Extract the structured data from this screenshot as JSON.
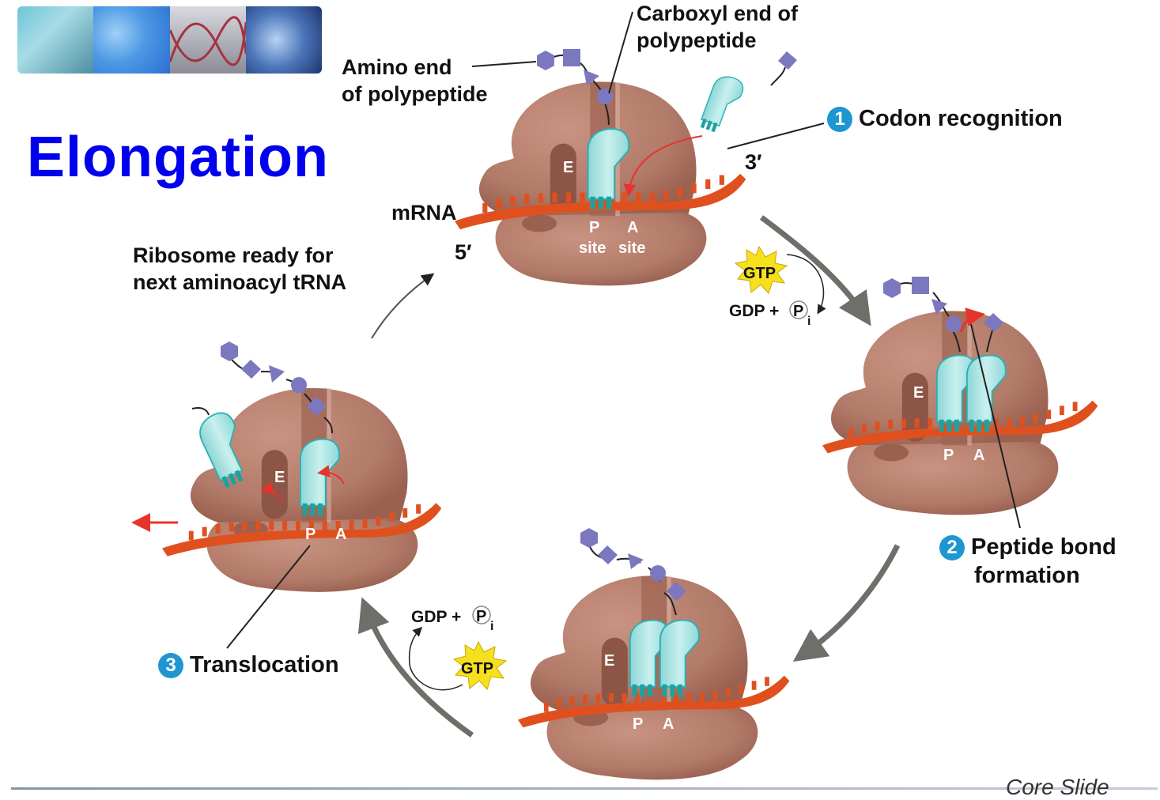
{
  "slide": {
    "title": "Elongation",
    "footer": "Core Slide"
  },
  "banner": {
    "images": [
      "microscope-image",
      "cells-image",
      "dna-helix-image",
      "bacteria-image"
    ]
  },
  "labels": {
    "amino_end_line1": "Amino end",
    "amino_end_line2": "of polypeptide",
    "carboxyl_end_line1": "Carboxyl end of",
    "carboxyl_end_line2": "polypeptide",
    "mrna": "mRNA",
    "five_prime": "5′",
    "three_prime": "3′",
    "p_site": "P",
    "a_site": "A",
    "site": "site",
    "e_site": "E",
    "ribosome_ready_line1": "Ribosome ready for",
    "ribosome_ready_line2": "next aminoacyl tRNA",
    "gtp": "GTP",
    "gdp_pi": "GDP + ",
    "p_circled": "P",
    "i_sub": "i"
  },
  "steps": [
    {
      "number": "1",
      "label": "Codon recognition"
    },
    {
      "number": "2",
      "label_line1": "Peptide bond",
      "label_line2": "formation"
    },
    {
      "number": "3",
      "label": "Translocation"
    }
  ],
  "colors": {
    "title": "#0000ee",
    "ribosome": "#b47a68",
    "ribosome_dark": "#8c5545",
    "trna": "#a8e2e2",
    "trna_teal": "#1aa3a3",
    "mrna": "#e0501e",
    "amino_acid": "#7b78c0",
    "step_badge": "#1e96d1",
    "gtp_star": "#f6e01e",
    "cycle_arrow": "#6d6f69",
    "red_arrow": "#e8332c"
  }
}
